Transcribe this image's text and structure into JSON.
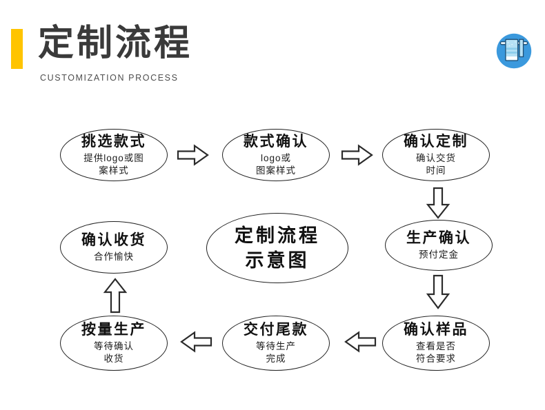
{
  "header": {
    "title": "定制流程",
    "subtitle": "CUSTOMIZATION PROCESS",
    "accent_color": "#ffc400",
    "title_color": "#3a3a3a"
  },
  "icon": {
    "name": "towel-icon",
    "circle_color": "#3b99dd",
    "towel_color": "#b5e0f5",
    "outline_color": "#1d4d73"
  },
  "flowchart": {
    "center": {
      "line1": "定制流程",
      "line2": "示意图"
    },
    "nodes": [
      {
        "title": "挑选款式",
        "sub1": "提供logo或图",
        "sub2": "案样式"
      },
      {
        "title": "款式确认",
        "sub1": "logo或",
        "sub2": "图案样式"
      },
      {
        "title": "确认定制",
        "sub1": "确认交货",
        "sub2": "时间"
      },
      {
        "title": "确认收货",
        "sub1": "合作愉快",
        "sub2": ""
      },
      {
        "title": "生产确认",
        "sub1": "预付定金",
        "sub2": ""
      },
      {
        "title": "按量生产",
        "sub1": "等待确认",
        "sub2": "收货"
      },
      {
        "title": "交付尾款",
        "sub1": "等待生产",
        "sub2": "完成"
      },
      {
        "title": "确认样品",
        "sub1": "查看是否",
        "sub2": "符合要求"
      }
    ],
    "arrow_directions": [
      "right",
      "right",
      "down",
      "down",
      "left",
      "left",
      "up"
    ],
    "line_color": "#1f1f1f"
  }
}
